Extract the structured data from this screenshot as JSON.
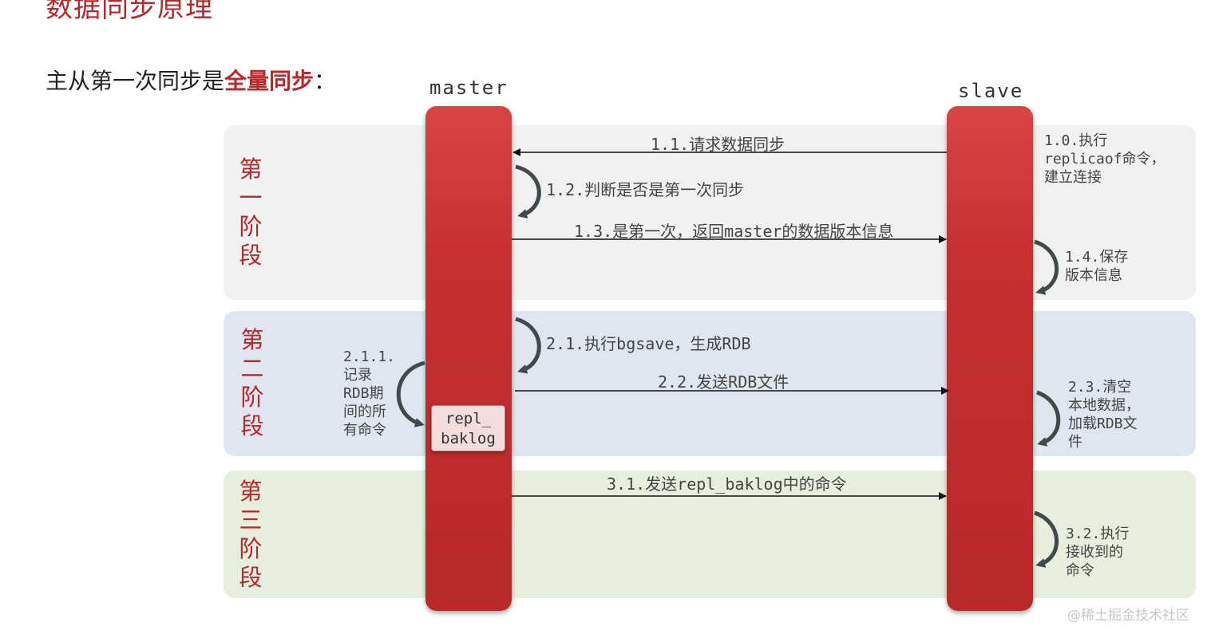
{
  "title": "数据同步原理",
  "subtitle": {
    "prefix": "主从第一次同步是",
    "highlight": "全量同步",
    "suffix": "："
  },
  "actors": {
    "master": "master",
    "slave": "slave"
  },
  "stages": [
    {
      "label": "第一阶段"
    },
    {
      "label": "第二阶段"
    },
    {
      "label": "第三阶段"
    }
  ],
  "messages": {
    "m1_0": "1.0.执行\nreplicaof命令，\n建立连接",
    "m1_1": "1.1.请求数据同步",
    "m1_2": "1.2.判断是否是第一次同步",
    "m1_3": "1.3.是第一次，返回master的数据版本信息",
    "m1_4": "1.4.保存\n版本信息",
    "m2_1": "2.1.执行bgsave，生成RDB",
    "m2_1_1": "2.1.1.\n记录\nRDB期\n间的所\n有命令",
    "m2_2": "2.2.发送RDB文件",
    "m2_3": "2.3.清空\n本地数据，\n加载RDB文\n件",
    "m3_1": "3.1.发送repl_baklog中的命令",
    "m3_2": "3.2.执行\n接收到的\n命令"
  },
  "buffer": "repl_\nbaklog",
  "watermark": "@稀土掘金技术社区",
  "colors": {
    "accent": "#b8282b",
    "band1": "#f1f1f1",
    "band2": "#dfe6f0",
    "band3": "#e8eedd"
  }
}
